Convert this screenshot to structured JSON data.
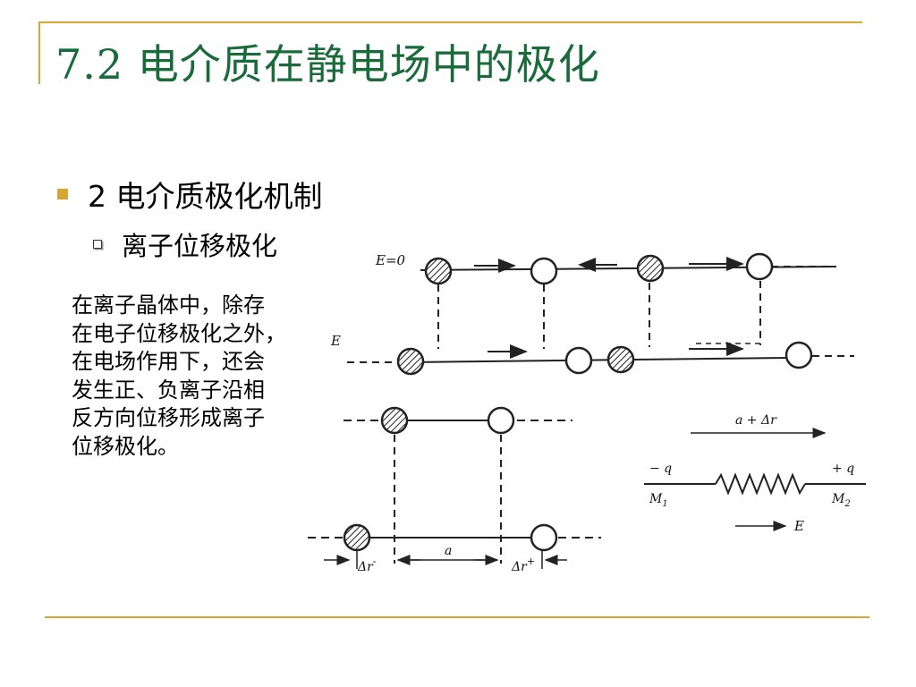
{
  "slide": {
    "title": "7.2 电介质在静电场中的极化",
    "bullet_level1": "2 电介质极化机制",
    "bullet_level2": "离子位移极化",
    "description_lines": [
      "在离子晶体中，除存",
      "在电子位移极化之外，",
      "在电场作用下，还会",
      "发生正、负离子沿相",
      "反方向位移形成离子",
      "位移极化。"
    ]
  },
  "figure": {
    "top_diagram": {
      "label_no_field": "E=0",
      "label_field": "E"
    },
    "bottom_left_diagram": {
      "label_a": "a",
      "label_dr_minus": "Δr",
      "label_dr_minus_sign": "-",
      "label_dr_plus": "Δr",
      "label_dr_plus_sign": "+"
    },
    "right_diagram": {
      "label_distance": "a + Δr",
      "label_minus_q": "− q",
      "label_plus_q": "+ q",
      "label_m1": "M",
      "label_m1_sub": "1",
      "label_m2": "M",
      "label_m2_sub": "2",
      "label_field": "E"
    }
  },
  "colors": {
    "title": "#1a6b3a",
    "accent": "#d6a734"
  }
}
